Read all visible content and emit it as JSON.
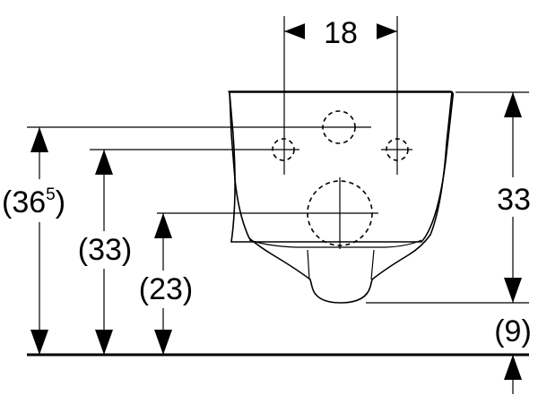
{
  "dimensions": {
    "top_spacing": "18",
    "bowl_height": "33",
    "floor_gap": "(9)",
    "height_top_prefix": "(36",
    "height_top_superscript": "5",
    "height_top_suffix": ")",
    "height_mid": "(33)",
    "height_low": "(23)"
  }
}
